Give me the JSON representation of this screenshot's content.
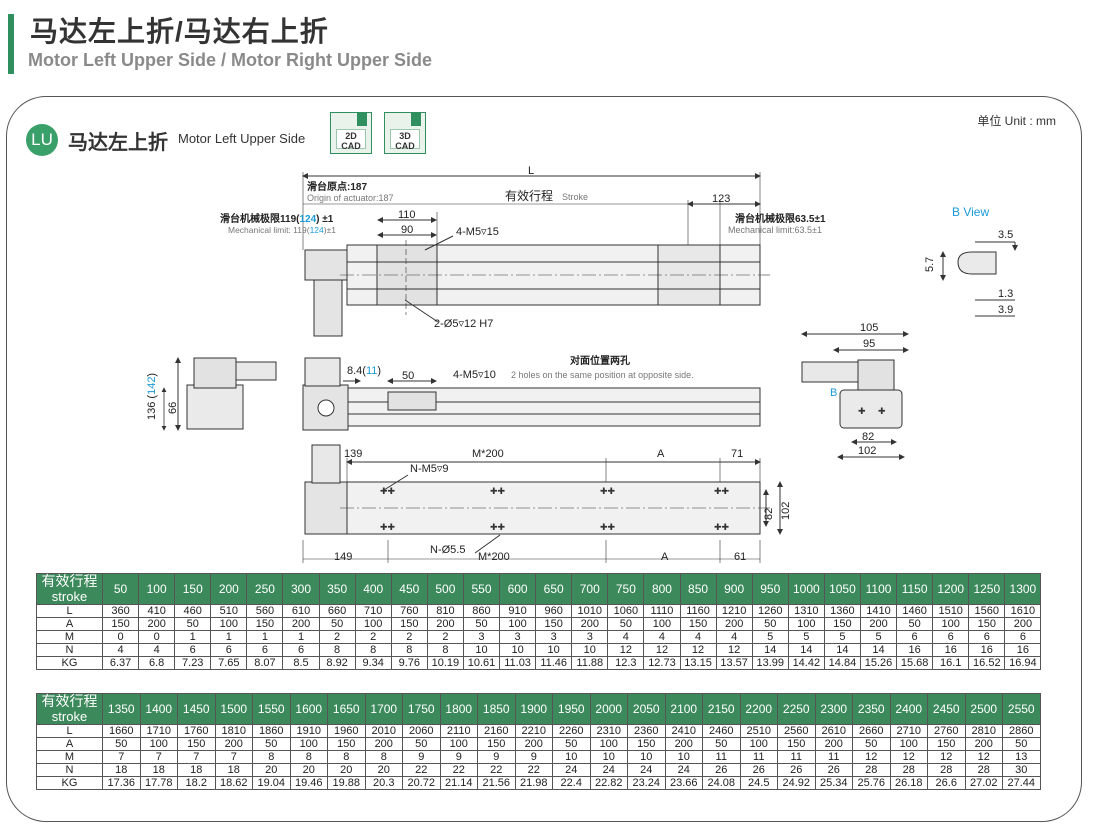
{
  "header": {
    "title_cn": "马达左上折/马达右上折",
    "title_en": "Motor Left Upper Side / Motor Right Upper Side"
  },
  "panel": {
    "badge": "LU",
    "title_cn": "马达左上折",
    "title_en": "Motor Left Upper Side",
    "cad_2d_line1": "2D",
    "cad_2d_line2": "CAD",
    "cad_3d_line1": "3D",
    "cad_3d_line2": "CAD",
    "unit": "单位 Unit : mm"
  },
  "drawing": {
    "L": "L",
    "origin_cn": "滑台原点:187",
    "origin_en": "Origin of actuator:187",
    "stroke_cn": "有效行程",
    "stroke_en": "Stroke",
    "d123": "123",
    "limit_left_cn_a": "滑台机械极限119(",
    "limit_left_cn_b": "124",
    "limit_left_cn_c": ") ±1",
    "limit_left_en_a": "Mechanical limit: 119(",
    "limit_left_en_b": "124",
    "limit_left_en_c": ")±1",
    "limit_right_cn": "滑台机械极限63.5±1",
    "limit_right_en": "Mechanical limit:63.5±1",
    "d110": "110",
    "d90": "90",
    "m5_15": "4-M5▿15",
    "hole_h7": "2-Ø5▿12 H7",
    "b_view": "B View",
    "bv_35": "3.5",
    "bv_57": "5.7",
    "bv_13": "1.3",
    "bv_39": "3.9",
    "d105": "105",
    "d95": "95",
    "d82r": "82",
    "d102r": "102",
    "b_letter": "B",
    "side_136": "136 (",
    "side_142": "142",
    "side_136c": ")",
    "side_66": "66",
    "d84_a": "8.4(",
    "d84_b": "11",
    "d84_c": ")",
    "d50": "50",
    "m5_10": "4-M5▿10",
    "opp_cn": "对面位置两孔",
    "opp_en": "2 holes on the same position at opposite side.",
    "d139": "139",
    "m200_top": "M*200",
    "a_top": "A",
    "d71": "71",
    "nm5": "N-M5▿9",
    "d82": "82",
    "d102": "102",
    "d149": "149",
    "n55": "N-Ø5.5",
    "m200_bot": "M*200",
    "a_bot": "A",
    "d61": "61"
  },
  "table1": {
    "header_cn": "有效行程",
    "header_en": "stroke",
    "strokes": [
      "50",
      "100",
      "150",
      "200",
      "250",
      "300",
      "350",
      "400",
      "450",
      "500",
      "550",
      "600",
      "650",
      "700",
      "750",
      "800",
      "850",
      "900",
      "950",
      "1000",
      "1050",
      "1100",
      "1150",
      "1200",
      "1250",
      "1300"
    ],
    "rows": [
      {
        "label": "L",
        "values": [
          "360",
          "410",
          "460",
          "510",
          "560",
          "610",
          "660",
          "710",
          "760",
          "810",
          "860",
          "910",
          "960",
          "1010",
          "1060",
          "1110",
          "1160",
          "1210",
          "1260",
          "1310",
          "1360",
          "1410",
          "1460",
          "1510",
          "1560",
          "1610"
        ]
      },
      {
        "label": "A",
        "values": [
          "150",
          "200",
          "50",
          "100",
          "150",
          "200",
          "50",
          "100",
          "150",
          "200",
          "50",
          "100",
          "150",
          "200",
          "50",
          "100",
          "150",
          "200",
          "50",
          "100",
          "150",
          "200",
          "50",
          "100",
          "150",
          "200"
        ]
      },
      {
        "label": "M",
        "values": [
          "0",
          "0",
          "1",
          "1",
          "1",
          "1",
          "2",
          "2",
          "2",
          "2",
          "3",
          "3",
          "3",
          "3",
          "4",
          "4",
          "4",
          "4",
          "5",
          "5",
          "5",
          "5",
          "6",
          "6",
          "6",
          "6"
        ]
      },
      {
        "label": "N",
        "values": [
          "4",
          "4",
          "6",
          "6",
          "6",
          "6",
          "8",
          "8",
          "8",
          "8",
          "10",
          "10",
          "10",
          "10",
          "12",
          "12",
          "12",
          "12",
          "14",
          "14",
          "14",
          "14",
          "16",
          "16",
          "16",
          "16"
        ]
      },
      {
        "label": "KG",
        "values": [
          "6.37",
          "6.8",
          "7.23",
          "7.65",
          "8.07",
          "8.5",
          "8.92",
          "9.34",
          "9.76",
          "10.19",
          "10.61",
          "11.03",
          "11.46",
          "11.88",
          "12.3",
          "12.73",
          "13.15",
          "13.57",
          "13.99",
          "14.42",
          "14.84",
          "15.26",
          "15.68",
          "16.1",
          "16.52",
          "16.94"
        ]
      }
    ]
  },
  "table2": {
    "header_cn": "有效行程",
    "header_en": "stroke",
    "strokes": [
      "1350",
      "1400",
      "1450",
      "1500",
      "1550",
      "1600",
      "1650",
      "1700",
      "1750",
      "1800",
      "1850",
      "1900",
      "1950",
      "2000",
      "2050",
      "2100",
      "2150",
      "2200",
      "2250",
      "2300",
      "2350",
      "2400",
      "2450",
      "2500",
      "2550"
    ],
    "rows": [
      {
        "label": "L",
        "values": [
          "1660",
          "1710",
          "1760",
          "1810",
          "1860",
          "1910",
          "1960",
          "2010",
          "2060",
          "2110",
          "2160",
          "2210",
          "2260",
          "2310",
          "2360",
          "2410",
          "2460",
          "2510",
          "2560",
          "2610",
          "2660",
          "2710",
          "2760",
          "2810",
          "2860"
        ]
      },
      {
        "label": "A",
        "values": [
          "50",
          "100",
          "150",
          "200",
          "50",
          "100",
          "150",
          "200",
          "50",
          "100",
          "150",
          "200",
          "50",
          "100",
          "150",
          "200",
          "50",
          "100",
          "150",
          "200",
          "50",
          "100",
          "150",
          "200",
          "50"
        ]
      },
      {
        "label": "M",
        "values": [
          "7",
          "7",
          "7",
          "7",
          "8",
          "8",
          "8",
          "8",
          "9",
          "9",
          "9",
          "9",
          "10",
          "10",
          "10",
          "10",
          "11",
          "11",
          "11",
          "11",
          "12",
          "12",
          "12",
          "12",
          "13"
        ]
      },
      {
        "label": "N",
        "values": [
          "18",
          "18",
          "18",
          "18",
          "20",
          "20",
          "20",
          "20",
          "22",
          "22",
          "22",
          "22",
          "24",
          "24",
          "24",
          "24",
          "26",
          "26",
          "26",
          "26",
          "28",
          "28",
          "28",
          "28",
          "30"
        ]
      },
      {
        "label": "KG",
        "values": [
          "17.36",
          "17.78",
          "18.2",
          "18.62",
          "19.04",
          "19.46",
          "19.88",
          "20.3",
          "20.72",
          "21.14",
          "21.56",
          "21.98",
          "22.4",
          "22.82",
          "23.24",
          "23.66",
          "24.08",
          "24.5",
          "24.92",
          "25.34",
          "25.76",
          "26.18",
          "26.6",
          "27.02",
          "27.44"
        ]
      }
    ]
  }
}
